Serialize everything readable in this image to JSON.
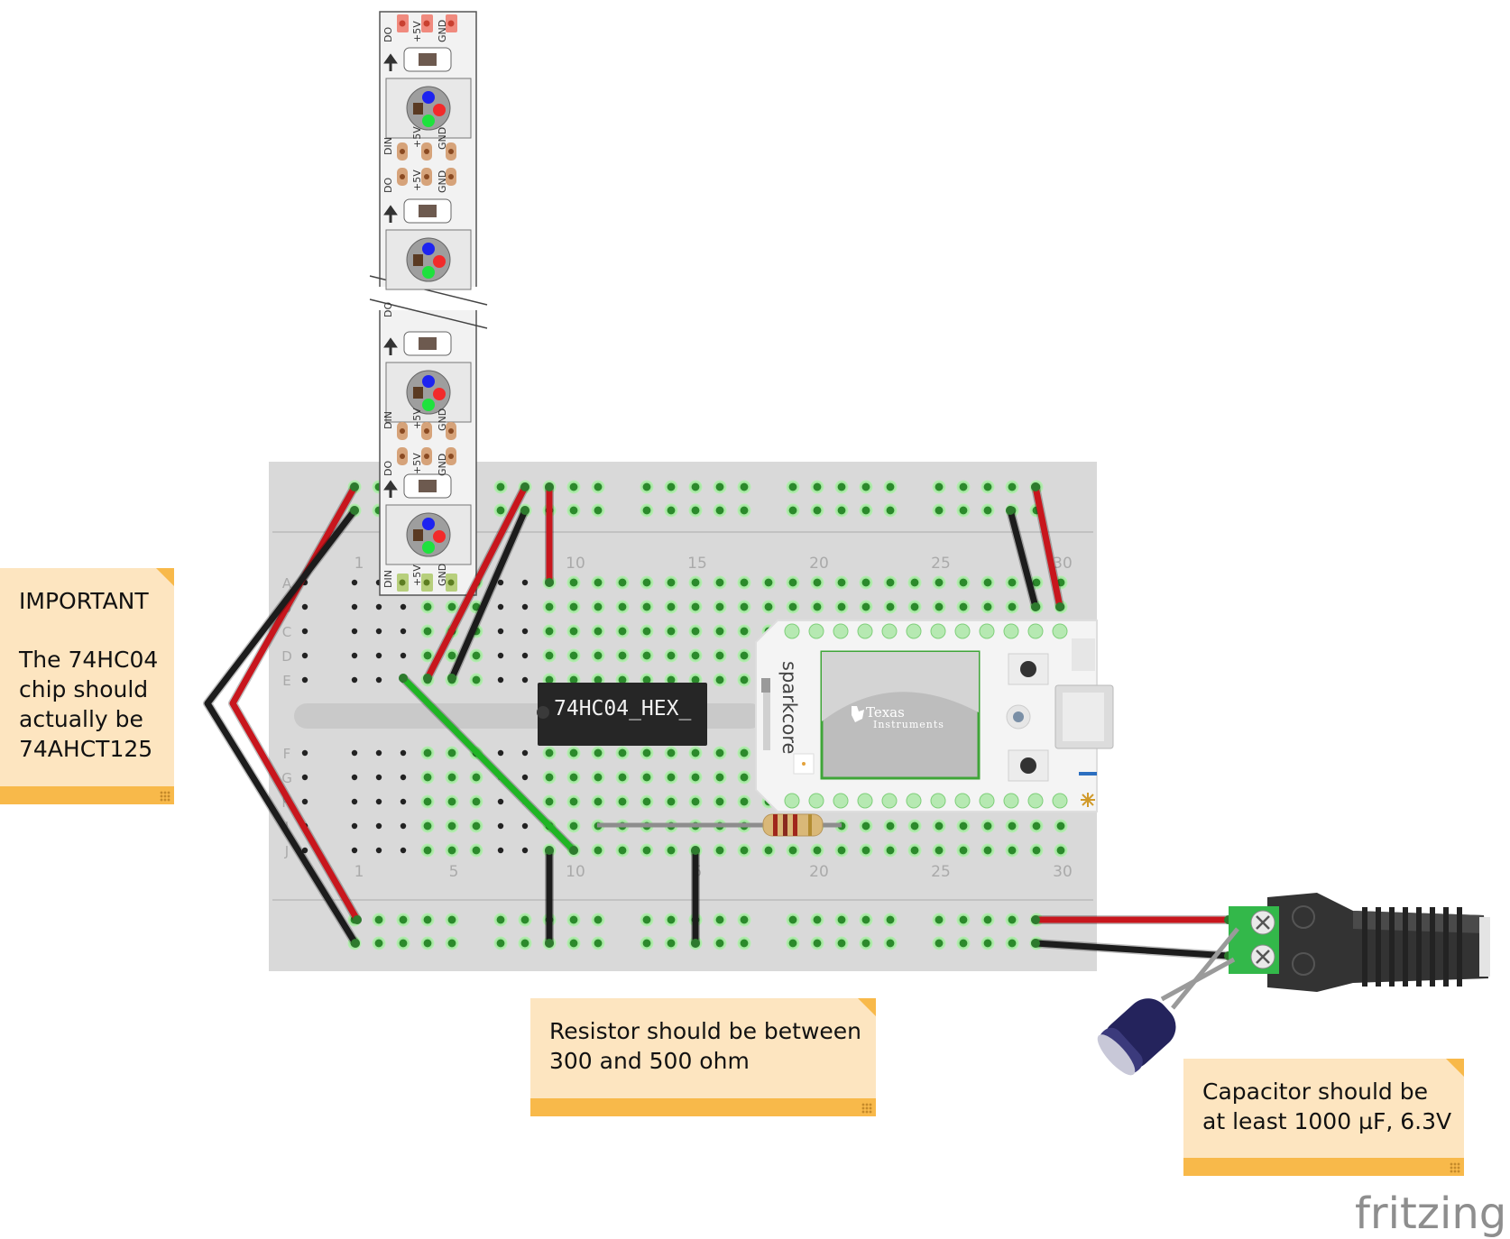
{
  "notes": {
    "important": {
      "title": "IMPORTANT",
      "body": "The 74HC04\nchip should\nactually be\n74AHCT125"
    },
    "resistor": {
      "body": "Resistor should be between\n300 and 500 ohm"
    },
    "capacitor": {
      "body": "Capacitor should be\nat least 1000 µF, 6.3V"
    }
  },
  "strip": {
    "pins_top": [
      "DO",
      "+5V",
      "GND"
    ],
    "pins_in": [
      "DIN",
      "+5V",
      "GND"
    ],
    "pins_out": [
      "DO",
      "+5V",
      "GND"
    ]
  },
  "breadboard": {
    "column_labels_top": [
      "1",
      "10",
      "15",
      "20",
      "25",
      "30"
    ],
    "column_labels_bottom": [
      "1",
      "5",
      "10",
      "5",
      "20",
      "25",
      "30"
    ],
    "row_labels": [
      "A",
      "B",
      "C",
      "D",
      "E",
      "F",
      "G",
      "H",
      "I",
      "J"
    ]
  },
  "chip": {
    "label": "74HC04_HEX_"
  },
  "sparkcore": {
    "name": "sparkcore",
    "module_brand_1": "Texas",
    "module_brand_2": "Instruments"
  },
  "logo": "fritzing",
  "colors": {
    "wire_red": "#c8161d",
    "wire_black": "#1c1c1c",
    "wire_green": "#1fb524",
    "note_bg": "#fde5c0",
    "note_bar": "#f8b94a"
  }
}
